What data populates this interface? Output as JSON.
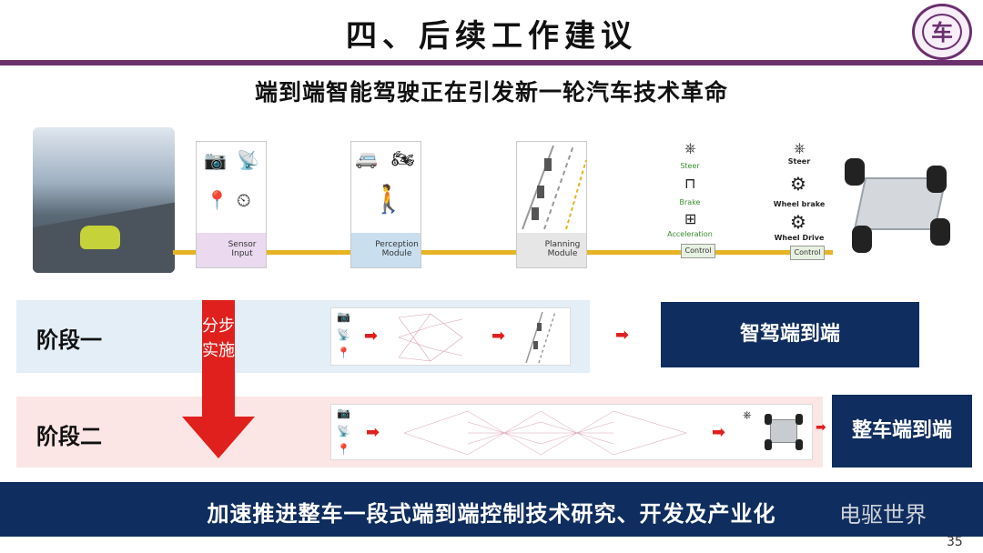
{
  "header": {
    "title": "四、后续工作建议",
    "subtitle": "端到端智能驾驶正在引发新一轮汽车技术革命"
  },
  "pipeline": {
    "sensor_label": "Sensor Input",
    "perception_label": "Perception Module",
    "planning_label": "Planning Module",
    "control_steps": [
      "Steer",
      "Brake",
      "Acceleration"
    ],
    "control_label": "Control",
    "vehicle_steps": [
      "Steer",
      "Wheel brake",
      "Wheel Drive"
    ],
    "vehicle_control_label": "Control"
  },
  "stages": {
    "stage1_label": "阶段一",
    "stage2_label": "阶段二",
    "stage1_goal": "智驾端到端",
    "stage2_goal": "整车端到端",
    "arrow_text": "分步实施"
  },
  "banner": {
    "text": "加速推进整车一段式端到端控制技术研究、开发及产业化"
  },
  "watermark": "电驱世界",
  "page_number": "35",
  "colors": {
    "accent_purple": "#6b2f6e",
    "navy": "#0f2d5e",
    "red": "#e0201c",
    "pipeline_yellow": "#e6b324"
  }
}
